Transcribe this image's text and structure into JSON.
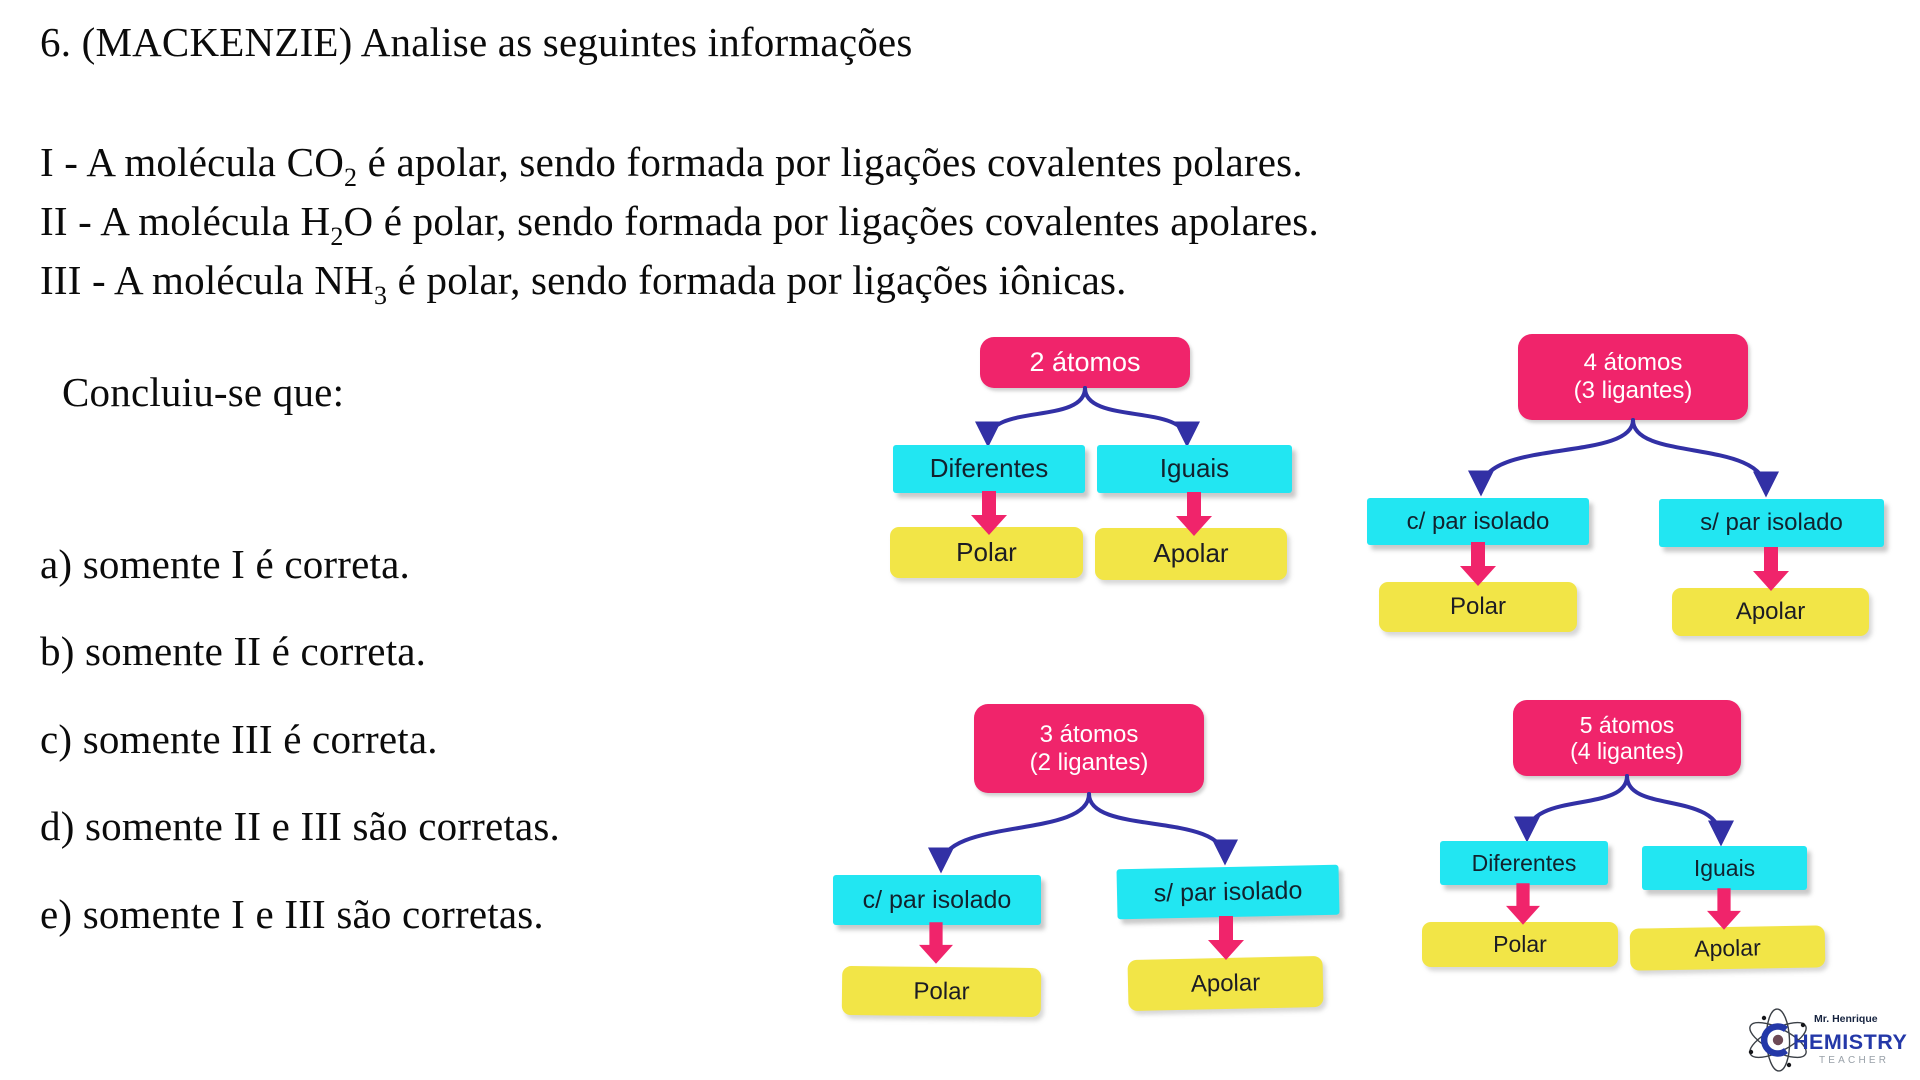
{
  "colors": {
    "pink": "#F0246B",
    "cyan": "#22E6F2",
    "yellow": "#F2E547",
    "arrow_blue": "#3230A5",
    "logo_blue": "#2438A8",
    "logo_gray": "#98A0A8",
    "ink": "#0b0b0b"
  },
  "question": {
    "title": "6. (MACKENZIE) Analise as seguintes informações",
    "statements": [
      {
        "prefix": "I - A molécula ",
        "formula": "CO",
        "sub": "2",
        "formula2": "",
        "rest": " é apolar, sendo formada por ligações covalentes polares."
      },
      {
        "prefix": "II - A molécula ",
        "formula": "H",
        "sub": "2",
        "formula2": "O",
        "rest": " é polar, sendo formada por ligações covalentes apolares."
      },
      {
        "prefix": "III - A molécula ",
        "formula": "NH",
        "sub": "3",
        "formula2": "",
        "rest": " é polar, sendo formada por ligações iônicas."
      }
    ],
    "conclusion_label": "Concluiu-se que:",
    "options": [
      "a) somente I é correta.",
      "b) somente II é correta.",
      "c) somente III é correta.",
      "d) somente II e III são corretas.",
      "e) somente I e III são corretas."
    ]
  },
  "flowcharts": [
    {
      "root_line1": "2 átomos",
      "root_line2": "",
      "left_branch": "Diferentes",
      "right_branch": "Iguais",
      "left_result": "Polar",
      "right_result": "Apolar"
    },
    {
      "root_line1": "4 átomos",
      "root_line2": "(3 ligantes)",
      "left_branch": "c/ par isolado",
      "right_branch": "s/ par isolado",
      "left_result": "Polar",
      "right_result": "Apolar"
    },
    {
      "root_line1": "3 átomos",
      "root_line2": "(2 ligantes)",
      "left_branch": "c/ par isolado",
      "right_branch": "s/ par isolado",
      "left_result": "Polar",
      "right_result": "Apolar"
    },
    {
      "root_line1": "5 átomos",
      "root_line2": "(4 ligantes)",
      "left_branch": "Diferentes",
      "right_branch": "Iguais",
      "left_result": "Polar",
      "right_result": "Apolar"
    }
  ],
  "logo": {
    "name_line": "Mr. Henrique",
    "brand_letters": "HEMISTRY",
    "teacher_line": "TEACHER"
  }
}
